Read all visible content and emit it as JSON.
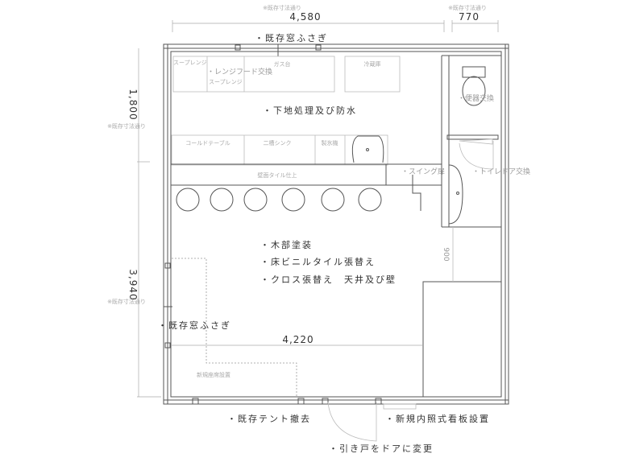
{
  "dimensions": {
    "top_main": "4,580",
    "top_toilet": "770",
    "left_upper": "1,800",
    "left_lower": "3,940",
    "inner_width": "4,220",
    "passage": "900",
    "existing_note": "※既存寸法通り"
  },
  "fixtures": {
    "soup_range_1": "スープレンジ",
    "soup_range_2": "スープレンジ",
    "gas_stove": "ガス台",
    "fridge": "冷蔵庫",
    "cold_table": "コールドテーブル",
    "double_sink": "二槽シンク",
    "ice_maker": "製氷機",
    "wall_tile": "壁面タイル仕上",
    "new_seating": "新規座席設置"
  },
  "notes": {
    "close_window_top": "・既存窓ふさぎ",
    "range_hood": "・レンジフード交換",
    "toilet_replace": "・便器交換",
    "waterproof": "・下地処理及び防水",
    "swing_door": "・スイング扉",
    "toilet_door": "・トイレドア交換",
    "wood_paint": "・木部塗装",
    "vinyl_tile": "・床ビニルタイル張替え",
    "cloth": "・クロス張替え　天井及び壁",
    "close_window_left": "・既存窓ふさぎ",
    "remove_tent": "・既存テント撤去",
    "sign": "・新規内照式看板設置",
    "sliding_door": "・引き戸をドアに変更"
  }
}
